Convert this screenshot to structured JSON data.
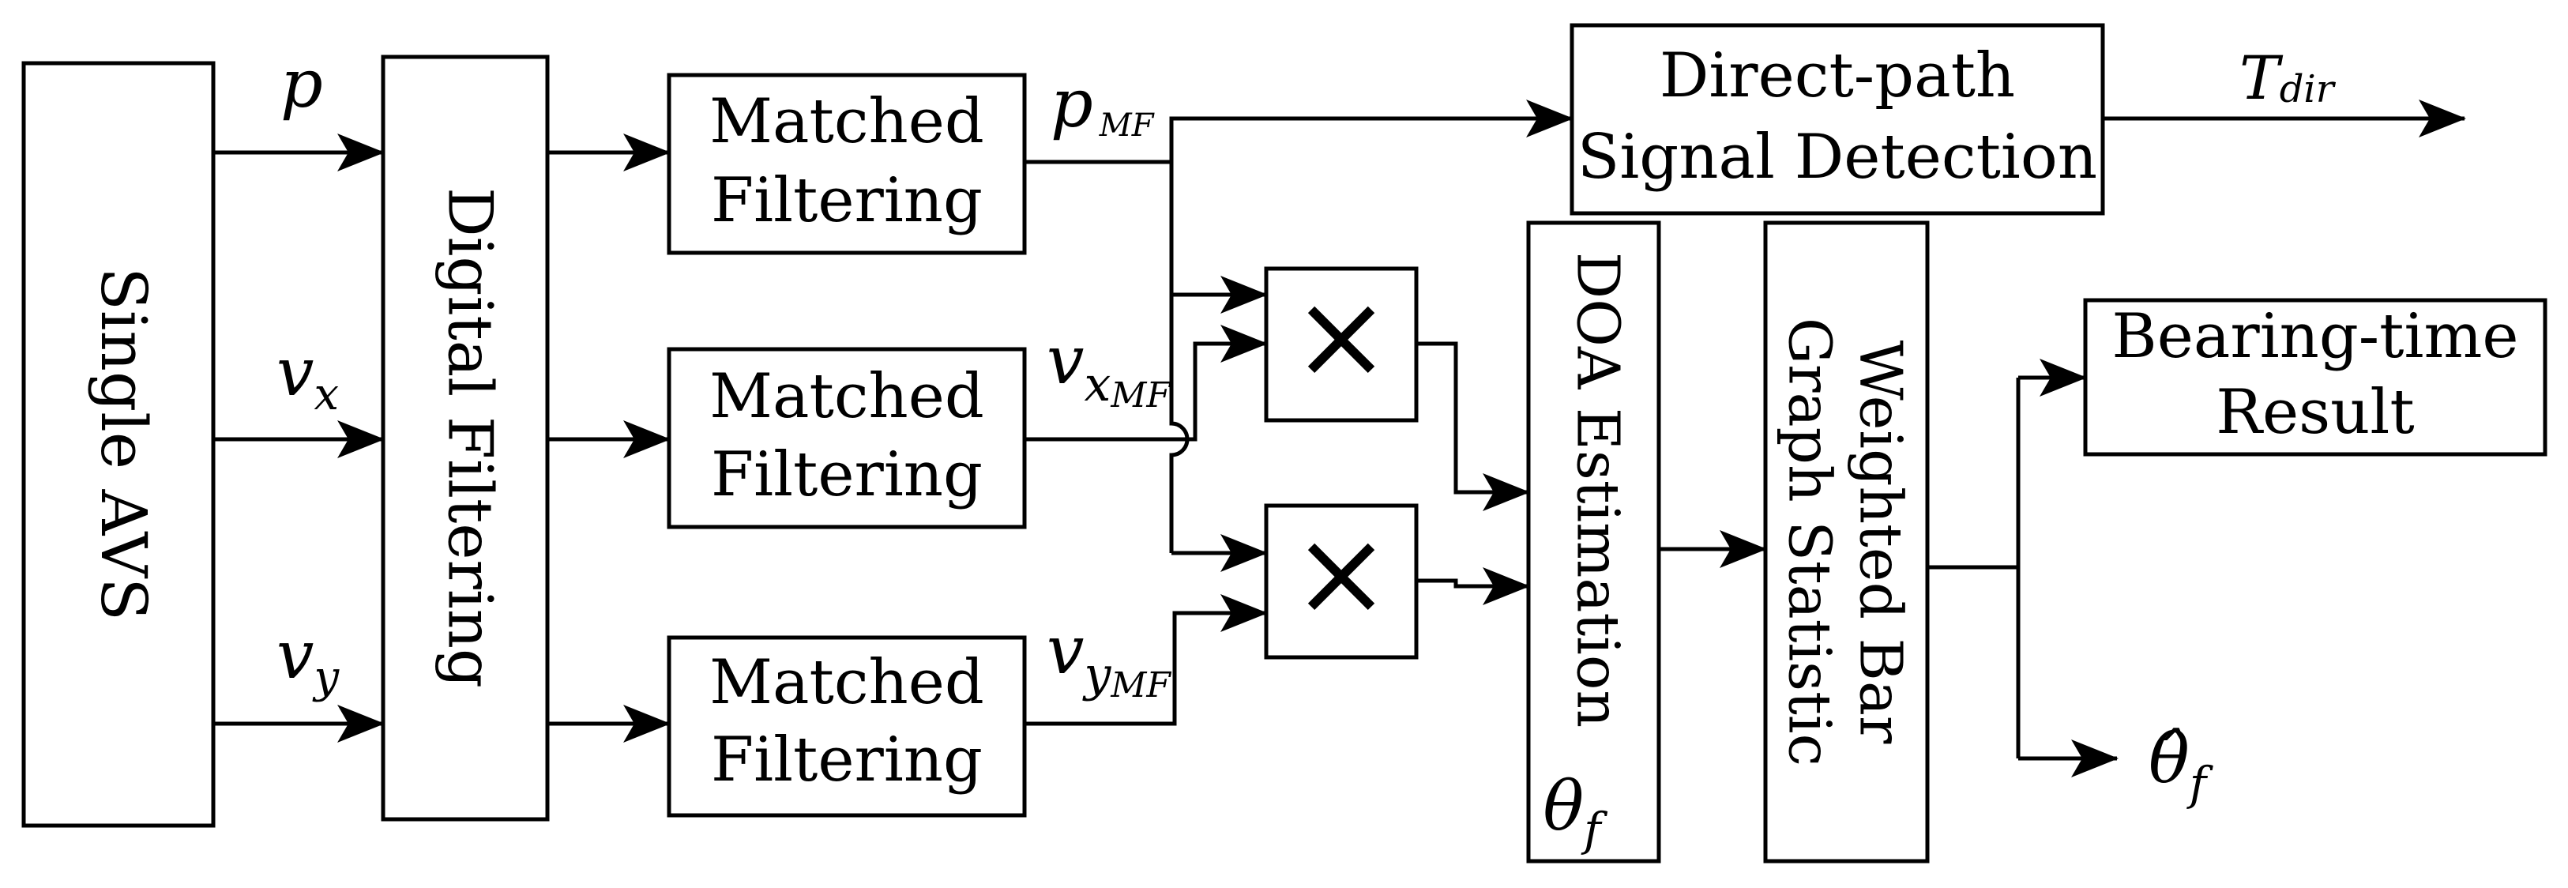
{
  "blocks": {
    "avs": "Single AVS",
    "digital_filtering": "Digital Filtering",
    "mf1_l1": "Matched",
    "mf1_l2": "Filtering",
    "mf2_l1": "Matched",
    "mf2_l2": "Filtering",
    "mf3_l1": "Matched",
    "mf3_l2": "Filtering",
    "dpsd_l1": "Direct-path",
    "dpsd_l2": "Signal Detection",
    "mult_symbol": "×",
    "doa": "DOA Estimation",
    "wbgs_l1": "Weighted Bar",
    "wbgs_l2": "Graph Statistic",
    "btr_l1": "Bearing-time",
    "btr_l2": "Result"
  },
  "signals": {
    "p": "p",
    "vx_v": "v",
    "vx_sub": "x",
    "vy_v": "v",
    "vy_sub": "y",
    "pmf_p": "p",
    "pmf_sub": "MF",
    "vxmf_v": "v",
    "vxmf_sub": "x",
    "vxmf_subsub": "MF",
    "vymf_v": "v",
    "vymf_sub": "y",
    "vymf_subsub": "MF",
    "tdir_t": "T",
    "tdir_sub": "dir",
    "theta_f_sym": "θ",
    "theta_f_sub": "f",
    "theta_hat_sym": "θ̂",
    "theta_hat_sub": "f"
  },
  "colors": {
    "stroke": "#000000",
    "background": "#ffffff"
  }
}
